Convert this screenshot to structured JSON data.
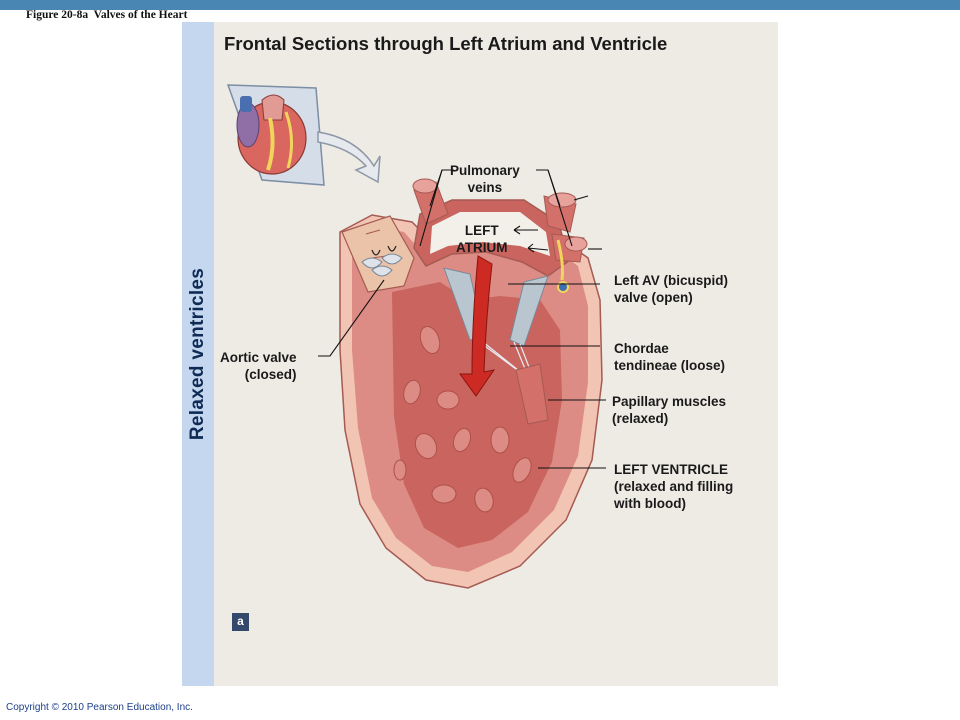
{
  "figure_caption": "Figure 20-8a  Valves of the Heart",
  "title": "Frontal Sections through Left Atrium and Ventricle",
  "side_label": "Relaxed ventricles",
  "labels": {
    "pulmonary_veins": "Pulmonary\nveins",
    "left_atrium": "LEFT\nATRIUM",
    "left_av_valve": "Left AV (bicuspid)\nvalve (open)",
    "aortic_valve": "Aortic valve\n(closed)",
    "chordae": "Chordae\ntendineae (loose)",
    "papillary": "Papillary muscles\n(relaxed)",
    "left_ventricle": "LEFT VENTRICLE\n(relaxed and filling\nwith blood)"
  },
  "panel_badge": "a",
  "copyright": "Copyright © 2010 Pearson Education, Inc.",
  "colors": {
    "header_bar": "#4a86b4",
    "side_strip": "#c4d7ef",
    "panel_bg": "#eeebe5",
    "myocardium": "#dc8c85",
    "chamber": "#c9645f",
    "outer_wall": "#f2c4b4",
    "blood_arrow": "#cc2a22",
    "valve": "#b9c6cf"
  }
}
